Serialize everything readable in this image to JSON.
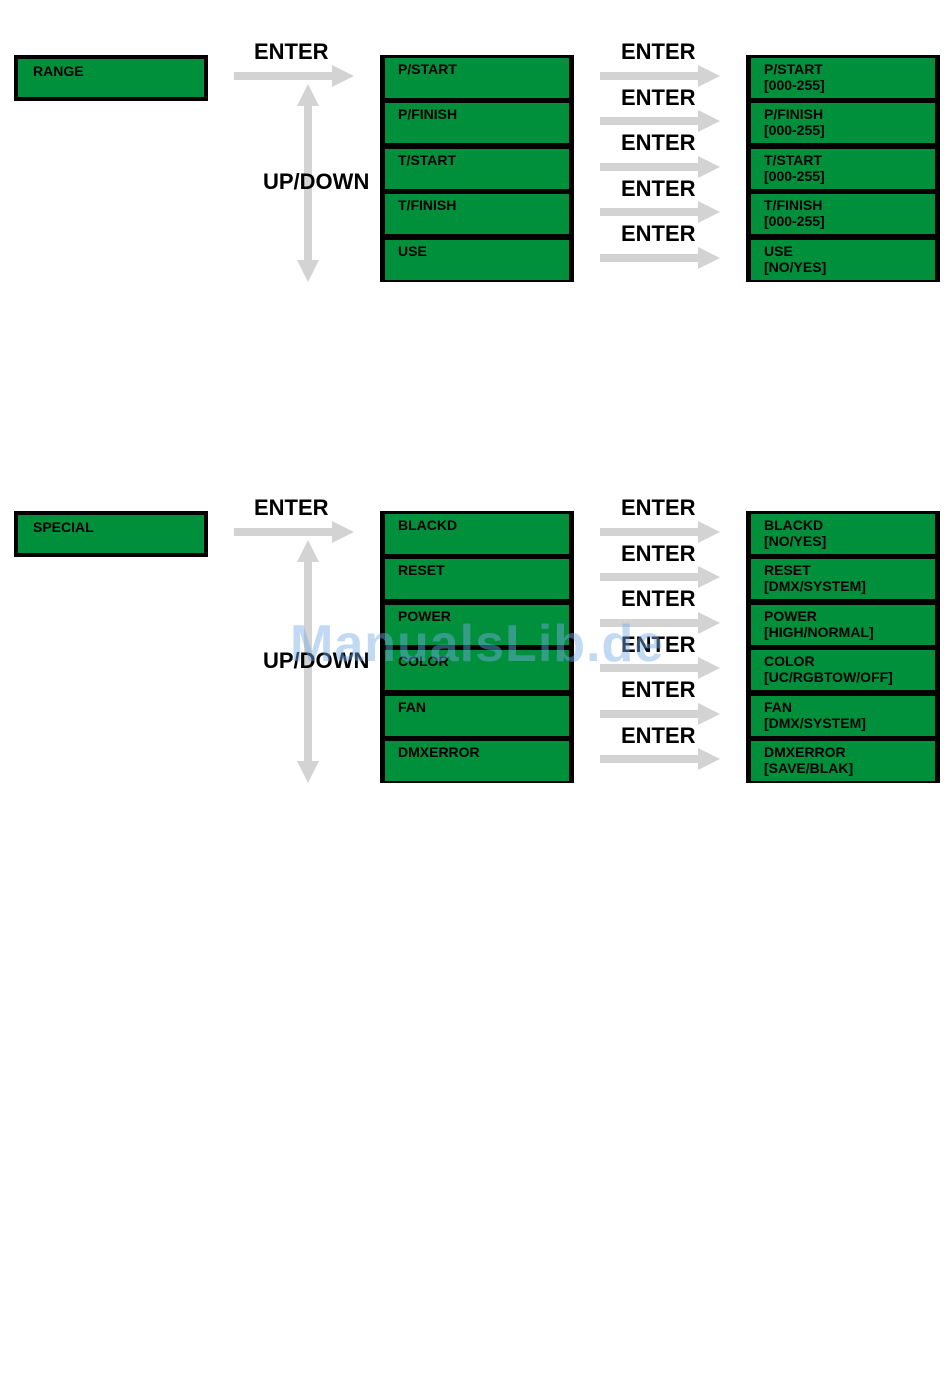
{
  "watermark": "ManualsLib.de",
  "enter_label": "ENTER",
  "updown_label": "UP/DOWN",
  "range": {
    "root": "RANGE",
    "submenu": [
      "P/START",
      "P/FINISH",
      "T/START",
      "T/FINISH",
      "USE"
    ],
    "values": [
      [
        "P/START",
        "[000-255]"
      ],
      [
        "P/FINISH",
        "[000-255]"
      ],
      [
        "T/START",
        "[000-255]"
      ],
      [
        "T/FINISH",
        "[000-255]"
      ],
      [
        "USE",
        "[NO/YES]"
      ]
    ]
  },
  "special": {
    "root": "SPECIAL",
    "submenu": [
      "BLACKD",
      "RESET",
      "POWER",
      "COLOR",
      "FAN",
      "DMXERROR"
    ],
    "values": [
      [
        "BLACKD",
        "[NO/YES]"
      ],
      [
        "RESET",
        "[DMX/SYSTEM]"
      ],
      [
        "POWER",
        "[HIGH/NORMAL]"
      ],
      [
        "COLOR",
        "[UC/RGBTOW/OFF]"
      ],
      [
        "FAN",
        "[DMX/SYSTEM]"
      ],
      [
        "DMXERROR",
        "[SAVE/BLAK]"
      ]
    ]
  },
  "colors": {
    "box_fill": "#008f3a",
    "box_border": "#000000",
    "arrow": "#d3d3d3",
    "watermark": "#78aae6"
  }
}
